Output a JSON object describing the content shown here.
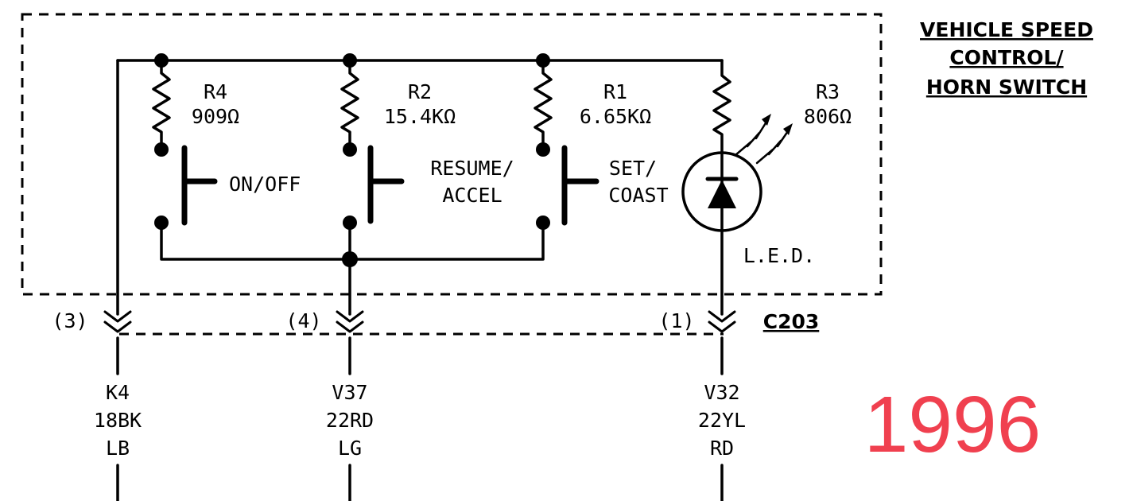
{
  "title": {
    "line1": "VEHICLE SPEED",
    "line2": "CONTROL/",
    "line3": "HORN SWITCH"
  },
  "resistors": {
    "r4": {
      "name": "R4",
      "value": "909Ω"
    },
    "r2": {
      "name": "R2",
      "value": "15.4KΩ"
    },
    "r1": {
      "name": "R1",
      "value": "6.65KΩ"
    },
    "r3": {
      "name": "R3",
      "value": "806Ω"
    }
  },
  "switches": {
    "on_off": "ON/OFF",
    "resume_line1": "RESUME/",
    "resume_line2": "ACCEL",
    "set_line1": "SET/",
    "set_line2": "COAST"
  },
  "led_label": "L.E.D.",
  "connector": {
    "name": "C203",
    "pin3": "(3)",
    "pin4": "(4)",
    "pin1": "(1)"
  },
  "wires": {
    "k4": {
      "circuit": "K4",
      "gauge_color": "18BK",
      "tracer": "LB"
    },
    "v37": {
      "circuit": "V37",
      "gauge_color": "22RD",
      "tracer": "LG"
    },
    "v32": {
      "circuit": "V32",
      "gauge_color": "22YL",
      "tracer": "RD"
    }
  },
  "year": "1996"
}
